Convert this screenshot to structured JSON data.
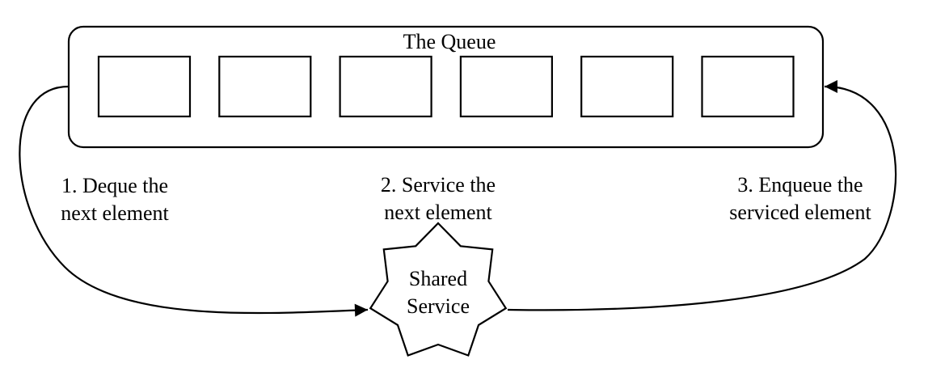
{
  "queue": {
    "title": "The Queue",
    "slot_count": 6
  },
  "steps": [
    {
      "line1": "1. Deque the",
      "line2": "next element"
    },
    {
      "line1": "2. Service the",
      "line2": "next element"
    },
    {
      "line1": "3. Enqueue the",
      "line2": "serviced element"
    }
  ],
  "service": {
    "line1": "Shared",
    "line2": "Service"
  },
  "colors": {
    "stroke": "#000000",
    "background": "#ffffff"
  }
}
